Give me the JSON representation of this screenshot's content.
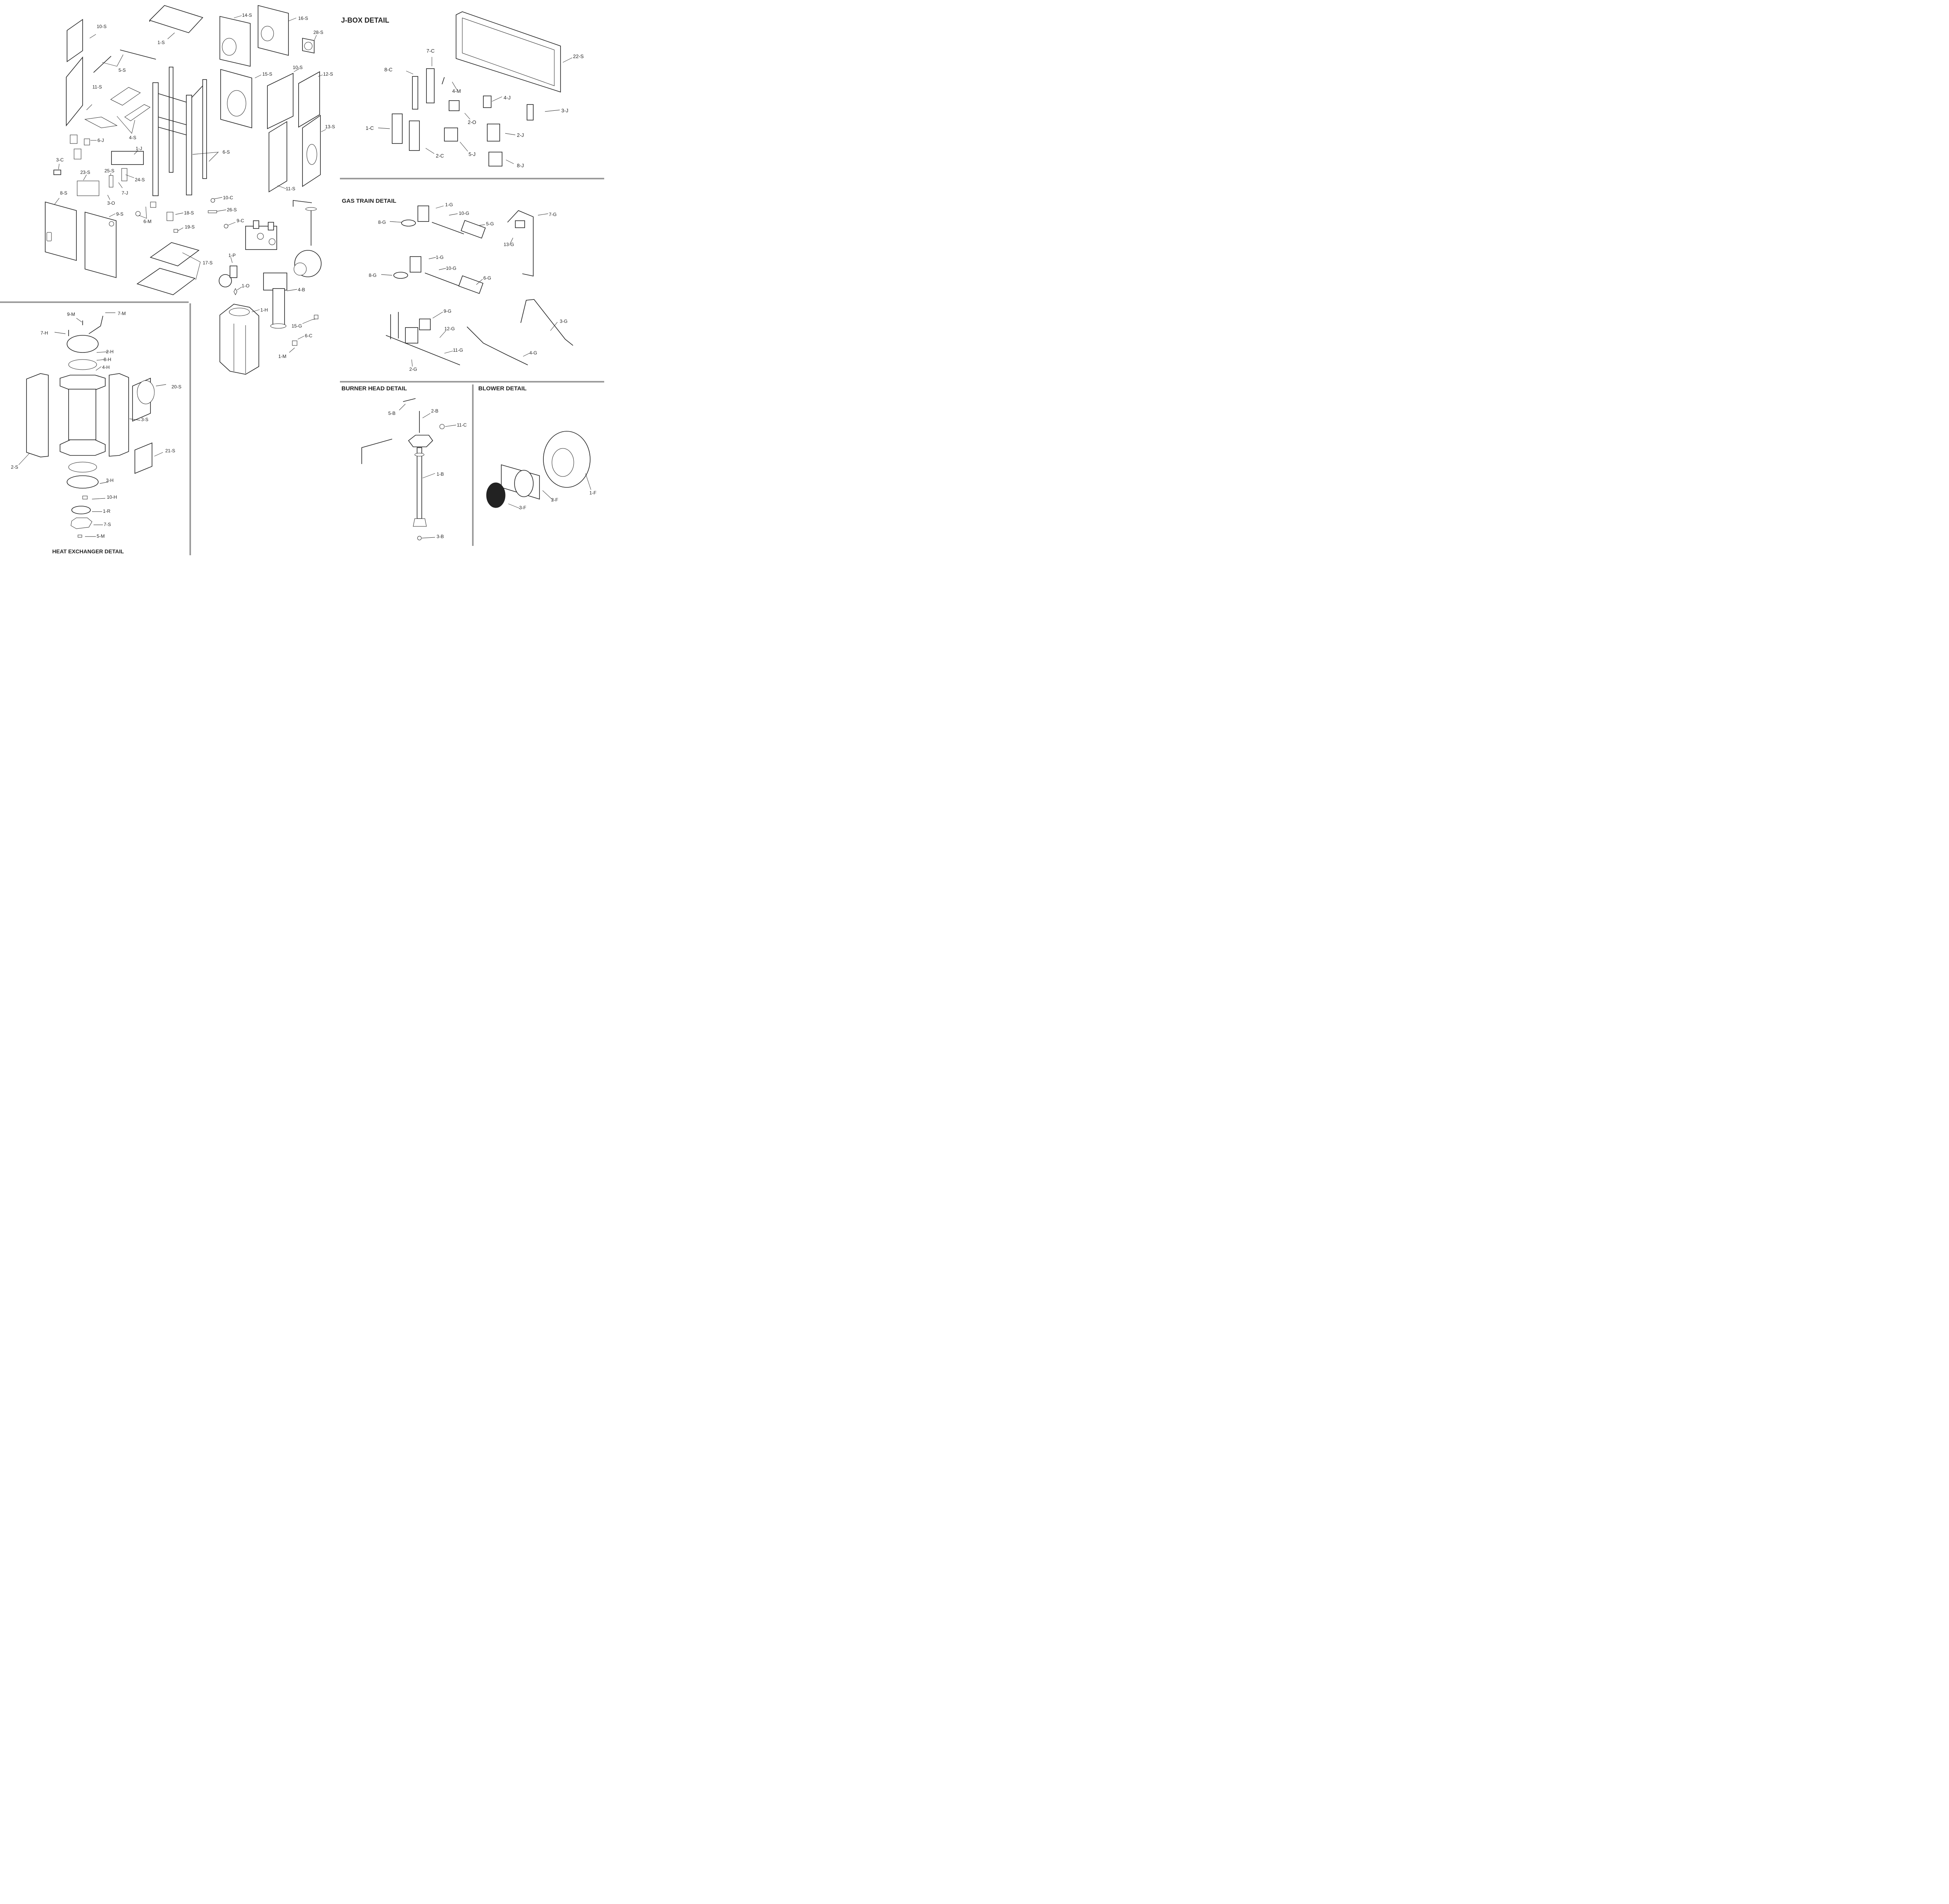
{
  "sections": {
    "jbox": {
      "title": "J-BOX DETAIL"
    },
    "gas_train": {
      "title": "GAS TRAIN DETAIL"
    },
    "burner_head": {
      "title": "BURNER HEAD DETAIL"
    },
    "blower": {
      "title": "BLOWER DETAIL"
    },
    "heat_exchanger": {
      "title": "HEAT EXCHANGER DETAIL"
    }
  },
  "main_labels": [
    "10-S",
    "1-S",
    "14-S",
    "16-S",
    "28-S",
    "5-S",
    "11-S",
    "15-S",
    "10-S",
    "12-S",
    "4-S",
    "13-S",
    "6-J",
    "1-J",
    "6-S",
    "3-C",
    "23-S",
    "25-S",
    "24-S",
    "7-J",
    "3-O",
    "11-S",
    "8-S",
    "9-S",
    "10-C",
    "26-S",
    "6-M",
    "18-S",
    "9-C",
    "19-S",
    "1-P",
    "17-S",
    "1-O",
    "4-B",
    "1-H",
    "15-G",
    "6-C",
    "1-M"
  ],
  "jbox_labels": [
    "7-C",
    "8-C",
    "22-S",
    "4-M",
    "4-J",
    "3-J",
    "1-C",
    "2-O",
    "2-J",
    "2-C",
    "5-J",
    "8-J"
  ],
  "gas_labels": [
    "1-G",
    "10-G",
    "8-G",
    "5-G",
    "7-G",
    "13-G",
    "1-G",
    "10-G",
    "8-G",
    "6-G",
    "9-G",
    "12-G",
    "3-G",
    "11-G",
    "4-G",
    "2-G"
  ],
  "burner_labels": [
    "5-B",
    "2-B",
    "11-C",
    "1-B",
    "3-B"
  ],
  "blower_labels": [
    "1-F",
    "2-F",
    "3-F"
  ],
  "hx_labels": [
    "9-M",
    "7-M",
    "7-H",
    "2-H",
    "8-H",
    "4-H",
    "20-S",
    "3-S",
    "2-S",
    "21-S",
    "3-H",
    "10-H",
    "1-R",
    "7-S",
    "5-M"
  ]
}
